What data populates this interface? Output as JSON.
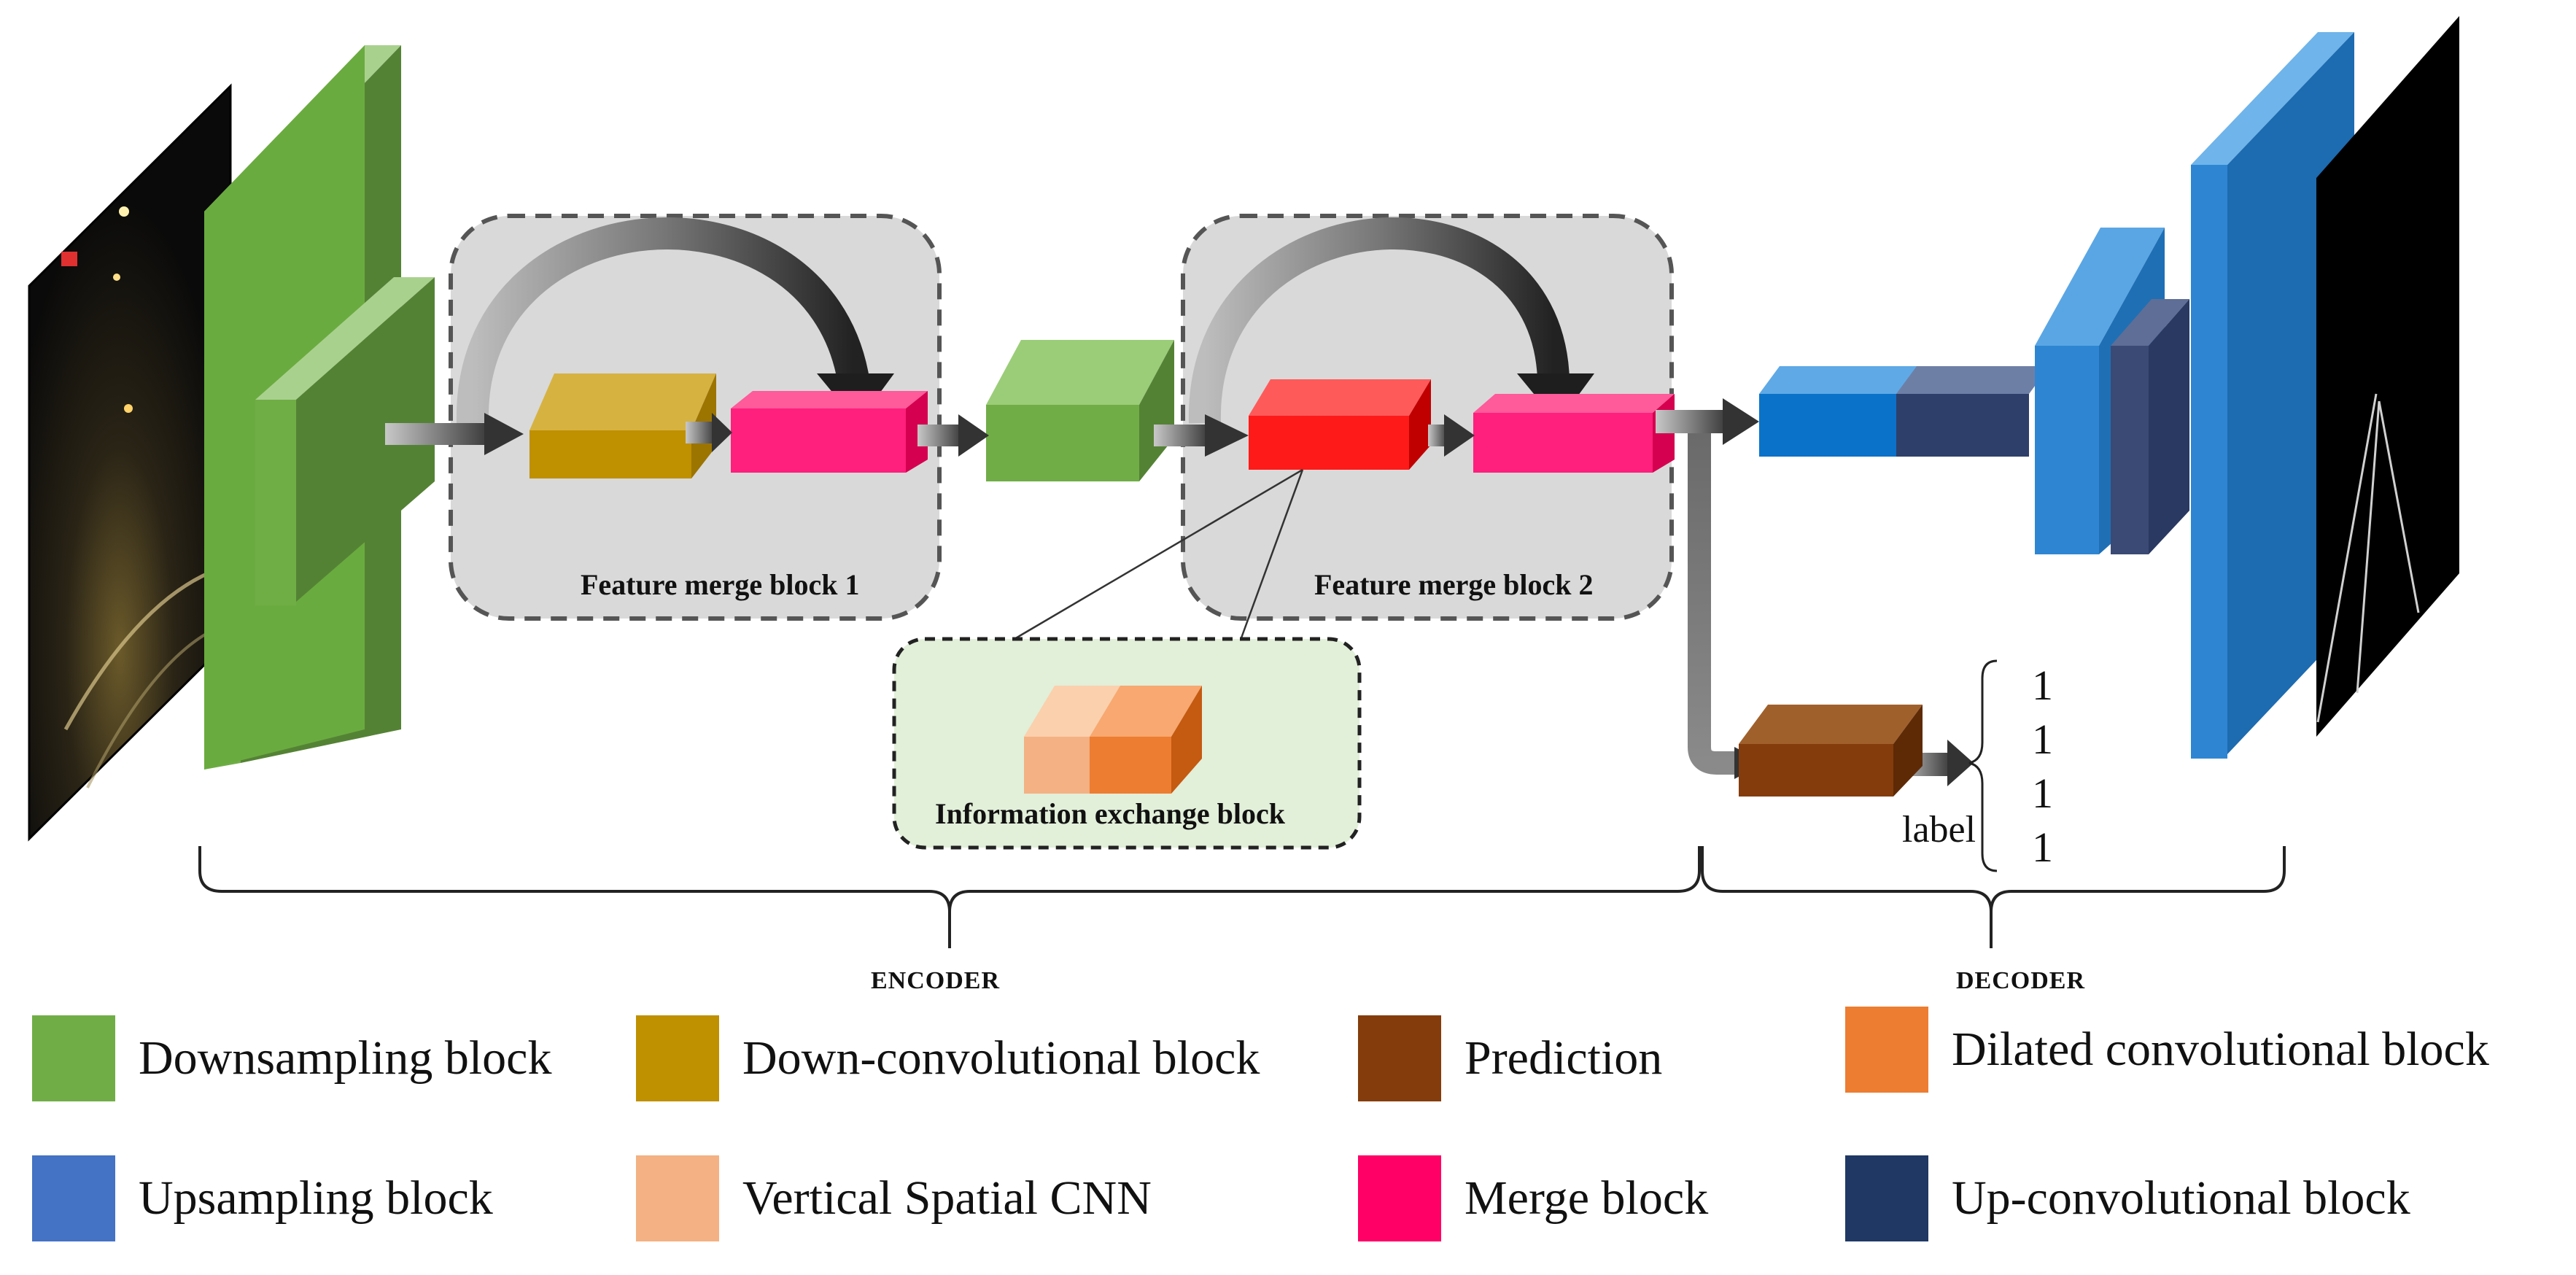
{
  "diagram": {
    "groups": {
      "feature_merge_1": "Feature merge block 1",
      "feature_merge_2": "Feature merge block 2",
      "info_exchange": "Information exchange block"
    },
    "sections": {
      "encoder": "ENCODER",
      "decoder": "DECODER"
    },
    "prediction_output": {
      "label": "label",
      "values": [
        "1",
        "1",
        "1",
        "1"
      ]
    }
  },
  "legend": [
    {
      "label": "Downsampling block",
      "color": "#70ad47"
    },
    {
      "label": "Down-convolutional block",
      "color": "#bf9000"
    },
    {
      "label": "Prediction",
      "color": "#843c0c"
    },
    {
      "label": "Dilated convolutional block",
      "color": "#ed7d31"
    },
    {
      "label": "Upsampling block",
      "color": "#4472c4"
    },
    {
      "label": "Vertical Spatial CNN",
      "color": "#f4b183"
    },
    {
      "label": "Merge block",
      "color": "#ff0066"
    },
    {
      "label": "Up-convolutional block",
      "color": "#1f3864"
    }
  ]
}
